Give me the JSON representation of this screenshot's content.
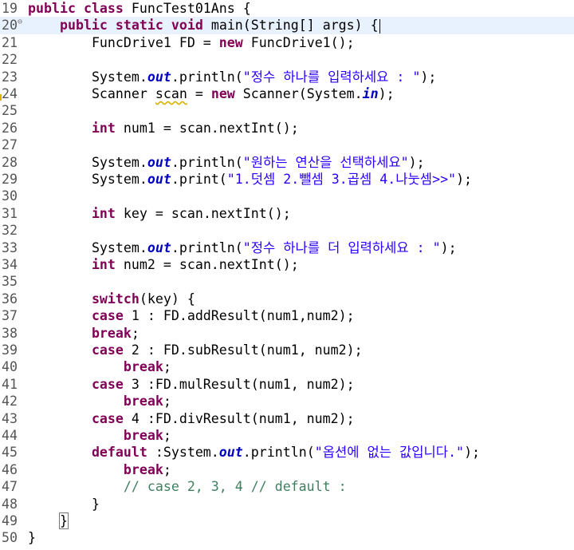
{
  "editor": {
    "current_line": "20",
    "lines": [
      {
        "num": "19",
        "marker": "",
        "indent": "",
        "tokens": [
          {
            "t": "kw",
            "v": "public"
          },
          {
            "t": "p",
            "v": " "
          },
          {
            "t": "kw",
            "v": "class"
          },
          {
            "t": "p",
            "v": " FuncTest01Ans {"
          }
        ]
      },
      {
        "num": "20",
        "marker": "⊖",
        "indent": "    ",
        "tokens": [
          {
            "t": "kw",
            "v": "public"
          },
          {
            "t": "p",
            "v": " "
          },
          {
            "t": "kw",
            "v": "static"
          },
          {
            "t": "p",
            "v": " "
          },
          {
            "t": "kw",
            "v": "void"
          },
          {
            "t": "p",
            "v": " main(String[] args) {"
          },
          {
            "t": "caret",
            "v": ""
          }
        ]
      },
      {
        "num": "21",
        "marker": "",
        "indent": "        ",
        "tokens": [
          {
            "t": "p",
            "v": "FuncDrive1 FD = "
          },
          {
            "t": "kw",
            "v": "new"
          },
          {
            "t": "p",
            "v": " FuncDrive1();"
          }
        ]
      },
      {
        "num": "22",
        "marker": "",
        "indent": "",
        "tokens": []
      },
      {
        "num": "23",
        "marker": "",
        "indent": "        ",
        "tokens": [
          {
            "t": "p",
            "v": "System."
          },
          {
            "t": "fld",
            "v": "out"
          },
          {
            "t": "p",
            "v": ".println("
          },
          {
            "t": "str",
            "v": "\"정수 하나를 입력하세요 : \""
          },
          {
            "t": "p",
            "v": ");"
          }
        ]
      },
      {
        "num": "24",
        "marker": "warn",
        "indent": "        ",
        "tokens": [
          {
            "t": "p",
            "v": "Scanner "
          },
          {
            "t": "warn",
            "v": "scan"
          },
          {
            "t": "p",
            "v": " = "
          },
          {
            "t": "kw",
            "v": "new"
          },
          {
            "t": "p",
            "v": " Scanner(System."
          },
          {
            "t": "fld",
            "v": "in"
          },
          {
            "t": "p",
            "v": ");"
          }
        ]
      },
      {
        "num": "25",
        "marker": "",
        "indent": "",
        "tokens": []
      },
      {
        "num": "26",
        "marker": "",
        "indent": "        ",
        "tokens": [
          {
            "t": "kw",
            "v": "int"
          },
          {
            "t": "p",
            "v": " num1 = scan.nextInt();"
          }
        ]
      },
      {
        "num": "27",
        "marker": "",
        "indent": "",
        "tokens": []
      },
      {
        "num": "28",
        "marker": "",
        "indent": "        ",
        "tokens": [
          {
            "t": "p",
            "v": "System."
          },
          {
            "t": "fld",
            "v": "out"
          },
          {
            "t": "p",
            "v": ".println("
          },
          {
            "t": "str",
            "v": "\"원하는 연산을 선택하세요\""
          },
          {
            "t": "p",
            "v": ");"
          }
        ]
      },
      {
        "num": "29",
        "marker": "",
        "indent": "        ",
        "tokens": [
          {
            "t": "p",
            "v": "System."
          },
          {
            "t": "fld",
            "v": "out"
          },
          {
            "t": "p",
            "v": ".print("
          },
          {
            "t": "str",
            "v": "\"1.덧셈 2.뺄셈 3.곱셈 4.나눗셈>>\""
          },
          {
            "t": "p",
            "v": ");"
          }
        ]
      },
      {
        "num": "30",
        "marker": "",
        "indent": "",
        "tokens": []
      },
      {
        "num": "31",
        "marker": "",
        "indent": "        ",
        "tokens": [
          {
            "t": "kw",
            "v": "int"
          },
          {
            "t": "p",
            "v": " key = scan.nextInt();"
          }
        ]
      },
      {
        "num": "32",
        "marker": "",
        "indent": "",
        "tokens": []
      },
      {
        "num": "33",
        "marker": "",
        "indent": "        ",
        "tokens": [
          {
            "t": "p",
            "v": "System."
          },
          {
            "t": "fld",
            "v": "out"
          },
          {
            "t": "p",
            "v": ".println("
          },
          {
            "t": "str",
            "v": "\"정수 하나를 더 입력하세요 : \""
          },
          {
            "t": "p",
            "v": ");"
          }
        ]
      },
      {
        "num": "34",
        "marker": "",
        "indent": "        ",
        "tokens": [
          {
            "t": "kw",
            "v": "int"
          },
          {
            "t": "p",
            "v": " num2 = scan.nextInt();"
          }
        ]
      },
      {
        "num": "35",
        "marker": "",
        "indent": "",
        "tokens": []
      },
      {
        "num": "36",
        "marker": "",
        "indent": "        ",
        "tokens": [
          {
            "t": "kw",
            "v": "switch"
          },
          {
            "t": "p",
            "v": "(key) {"
          }
        ]
      },
      {
        "num": "37",
        "marker": "",
        "indent": "        ",
        "tokens": [
          {
            "t": "kw",
            "v": "case"
          },
          {
            "t": "p",
            "v": " 1 : FD.addResult(num1,num2);"
          }
        ]
      },
      {
        "num": "38",
        "marker": "",
        "indent": "        ",
        "tokens": [
          {
            "t": "kw",
            "v": "break"
          },
          {
            "t": "p",
            "v": ";"
          }
        ]
      },
      {
        "num": "39",
        "marker": "",
        "indent": "        ",
        "tokens": [
          {
            "t": "kw",
            "v": "case"
          },
          {
            "t": "p",
            "v": " 2 : FD.subResult(num1, num2);"
          }
        ]
      },
      {
        "num": "40",
        "marker": "",
        "indent": "            ",
        "tokens": [
          {
            "t": "kw",
            "v": "break"
          },
          {
            "t": "p",
            "v": ";"
          }
        ]
      },
      {
        "num": "41",
        "marker": "",
        "indent": "        ",
        "tokens": [
          {
            "t": "kw",
            "v": "case"
          },
          {
            "t": "p",
            "v": " 3 :FD.mulResult(num1, num2);"
          }
        ]
      },
      {
        "num": "42",
        "marker": "",
        "indent": "            ",
        "tokens": [
          {
            "t": "kw",
            "v": "break"
          },
          {
            "t": "p",
            "v": ";"
          }
        ]
      },
      {
        "num": "43",
        "marker": "",
        "indent": "        ",
        "tokens": [
          {
            "t": "kw",
            "v": "case"
          },
          {
            "t": "p",
            "v": " 4 :FD.divResult(num1, num2);"
          }
        ]
      },
      {
        "num": "44",
        "marker": "",
        "indent": "            ",
        "tokens": [
          {
            "t": "kw",
            "v": "break"
          },
          {
            "t": "p",
            "v": ";"
          }
        ]
      },
      {
        "num": "45",
        "marker": "",
        "indent": "        ",
        "tokens": [
          {
            "t": "kw",
            "v": "default"
          },
          {
            "t": "p",
            "v": " :System."
          },
          {
            "t": "fld",
            "v": "out"
          },
          {
            "t": "p",
            "v": ".println("
          },
          {
            "t": "str",
            "v": "\"옵션에 없는 값입니다.\""
          },
          {
            "t": "p",
            "v": ");"
          }
        ]
      },
      {
        "num": "46",
        "marker": "",
        "indent": "            ",
        "tokens": [
          {
            "t": "kw",
            "v": "break"
          },
          {
            "t": "p",
            "v": ";"
          }
        ]
      },
      {
        "num": "47",
        "marker": "",
        "indent": "            ",
        "tokens": [
          {
            "t": "cmt",
            "v": "// case 2, 3, 4 // default :"
          }
        ]
      },
      {
        "num": "48",
        "marker": "",
        "indent": "        ",
        "tokens": [
          {
            "t": "p",
            "v": "}"
          }
        ]
      },
      {
        "num": "49",
        "marker": "",
        "indent": "    ",
        "tokens": [
          {
            "t": "bracket",
            "v": "}"
          }
        ]
      },
      {
        "num": "50",
        "marker": "",
        "indent": "",
        "tokens": [
          {
            "t": "p",
            "v": "}"
          }
        ]
      }
    ]
  }
}
